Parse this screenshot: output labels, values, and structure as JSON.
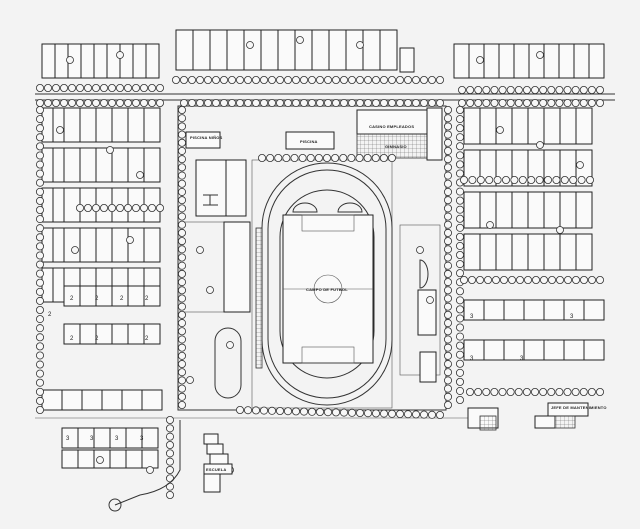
{
  "plan": {
    "labels": {
      "kids_pool": "PISCINA NIÑOS",
      "pool": "PISCINA",
      "casino": "CASINO EMPLEADOS",
      "gym": "GIMNASIO",
      "field": "CAMPO DE FUTBOL",
      "maintenance_chief": "JEFE DE MANTENIMIENTO",
      "school": "ESCUELA"
    },
    "house_type_numbers": [
      "2",
      "3"
    ],
    "colors": {
      "background": "#f3f3f3",
      "ink": "#222222"
    }
  }
}
